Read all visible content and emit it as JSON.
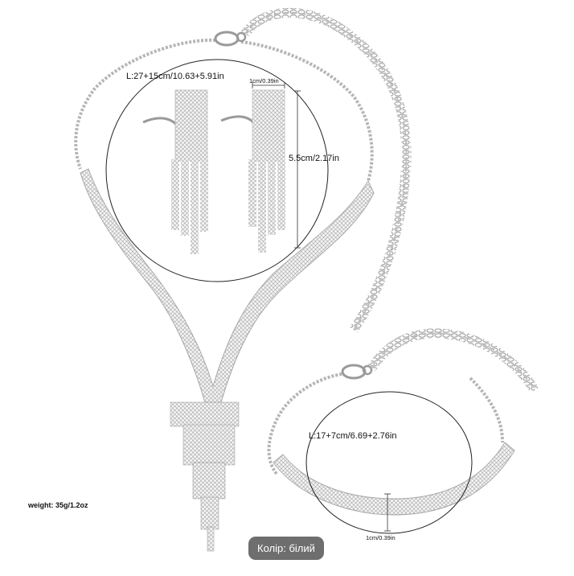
{
  "image": {
    "description_labels": {
      "necklace_length": "L:27+15cm/10.63+5.91in",
      "earring_width": "1cm/0.39in",
      "earring_height": "5.5cm/2.17in",
      "bracelet_length": "L:17+7cm/6.69+2.76in",
      "bracelet_width": "1cm/0.39in",
      "weight": "weight: 35g/1.2oz"
    },
    "color_badge": "Колір: білий"
  },
  "colors": {
    "metal": "#b9b9b9",
    "metal_dark": "#8c8c8c",
    "badge_bg": "#6e6e6e",
    "badge_text": "#ffffff"
  }
}
